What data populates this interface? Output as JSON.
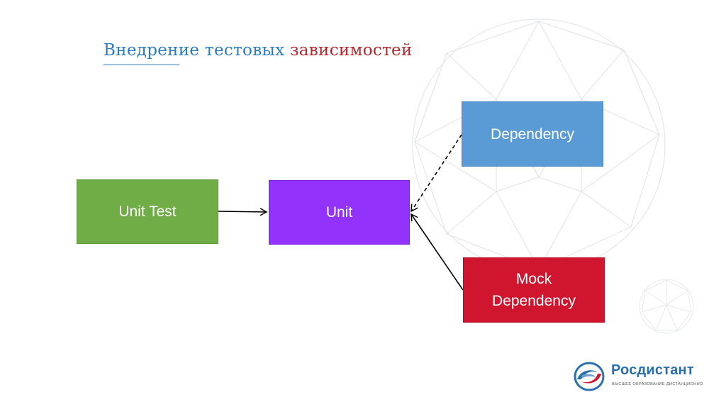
{
  "title": {
    "part_blue": "Внедрение тестовых ",
    "part_red": "зависимостей"
  },
  "boxes": {
    "unit_test": {
      "label": "Unit Test"
    },
    "unit": {
      "label": "Unit"
    },
    "dependency": {
      "label": "Dependency"
    },
    "mock_dependency": {
      "line1": "Mock",
      "line2": "Dependency"
    }
  },
  "logo": {
    "name": "Росдистант",
    "tagline": "ВЫСШЕЕ ОБРАЗОВАНИЕ ДИСТАНЦИОННО"
  },
  "colors": {
    "title_blue": "#2a7bbf",
    "title_red": "#b5252b",
    "unit_test": "#70ad47",
    "unit": "#9232fa",
    "dependency": "#5b9bd5",
    "mock_dependency": "#d0152f"
  }
}
